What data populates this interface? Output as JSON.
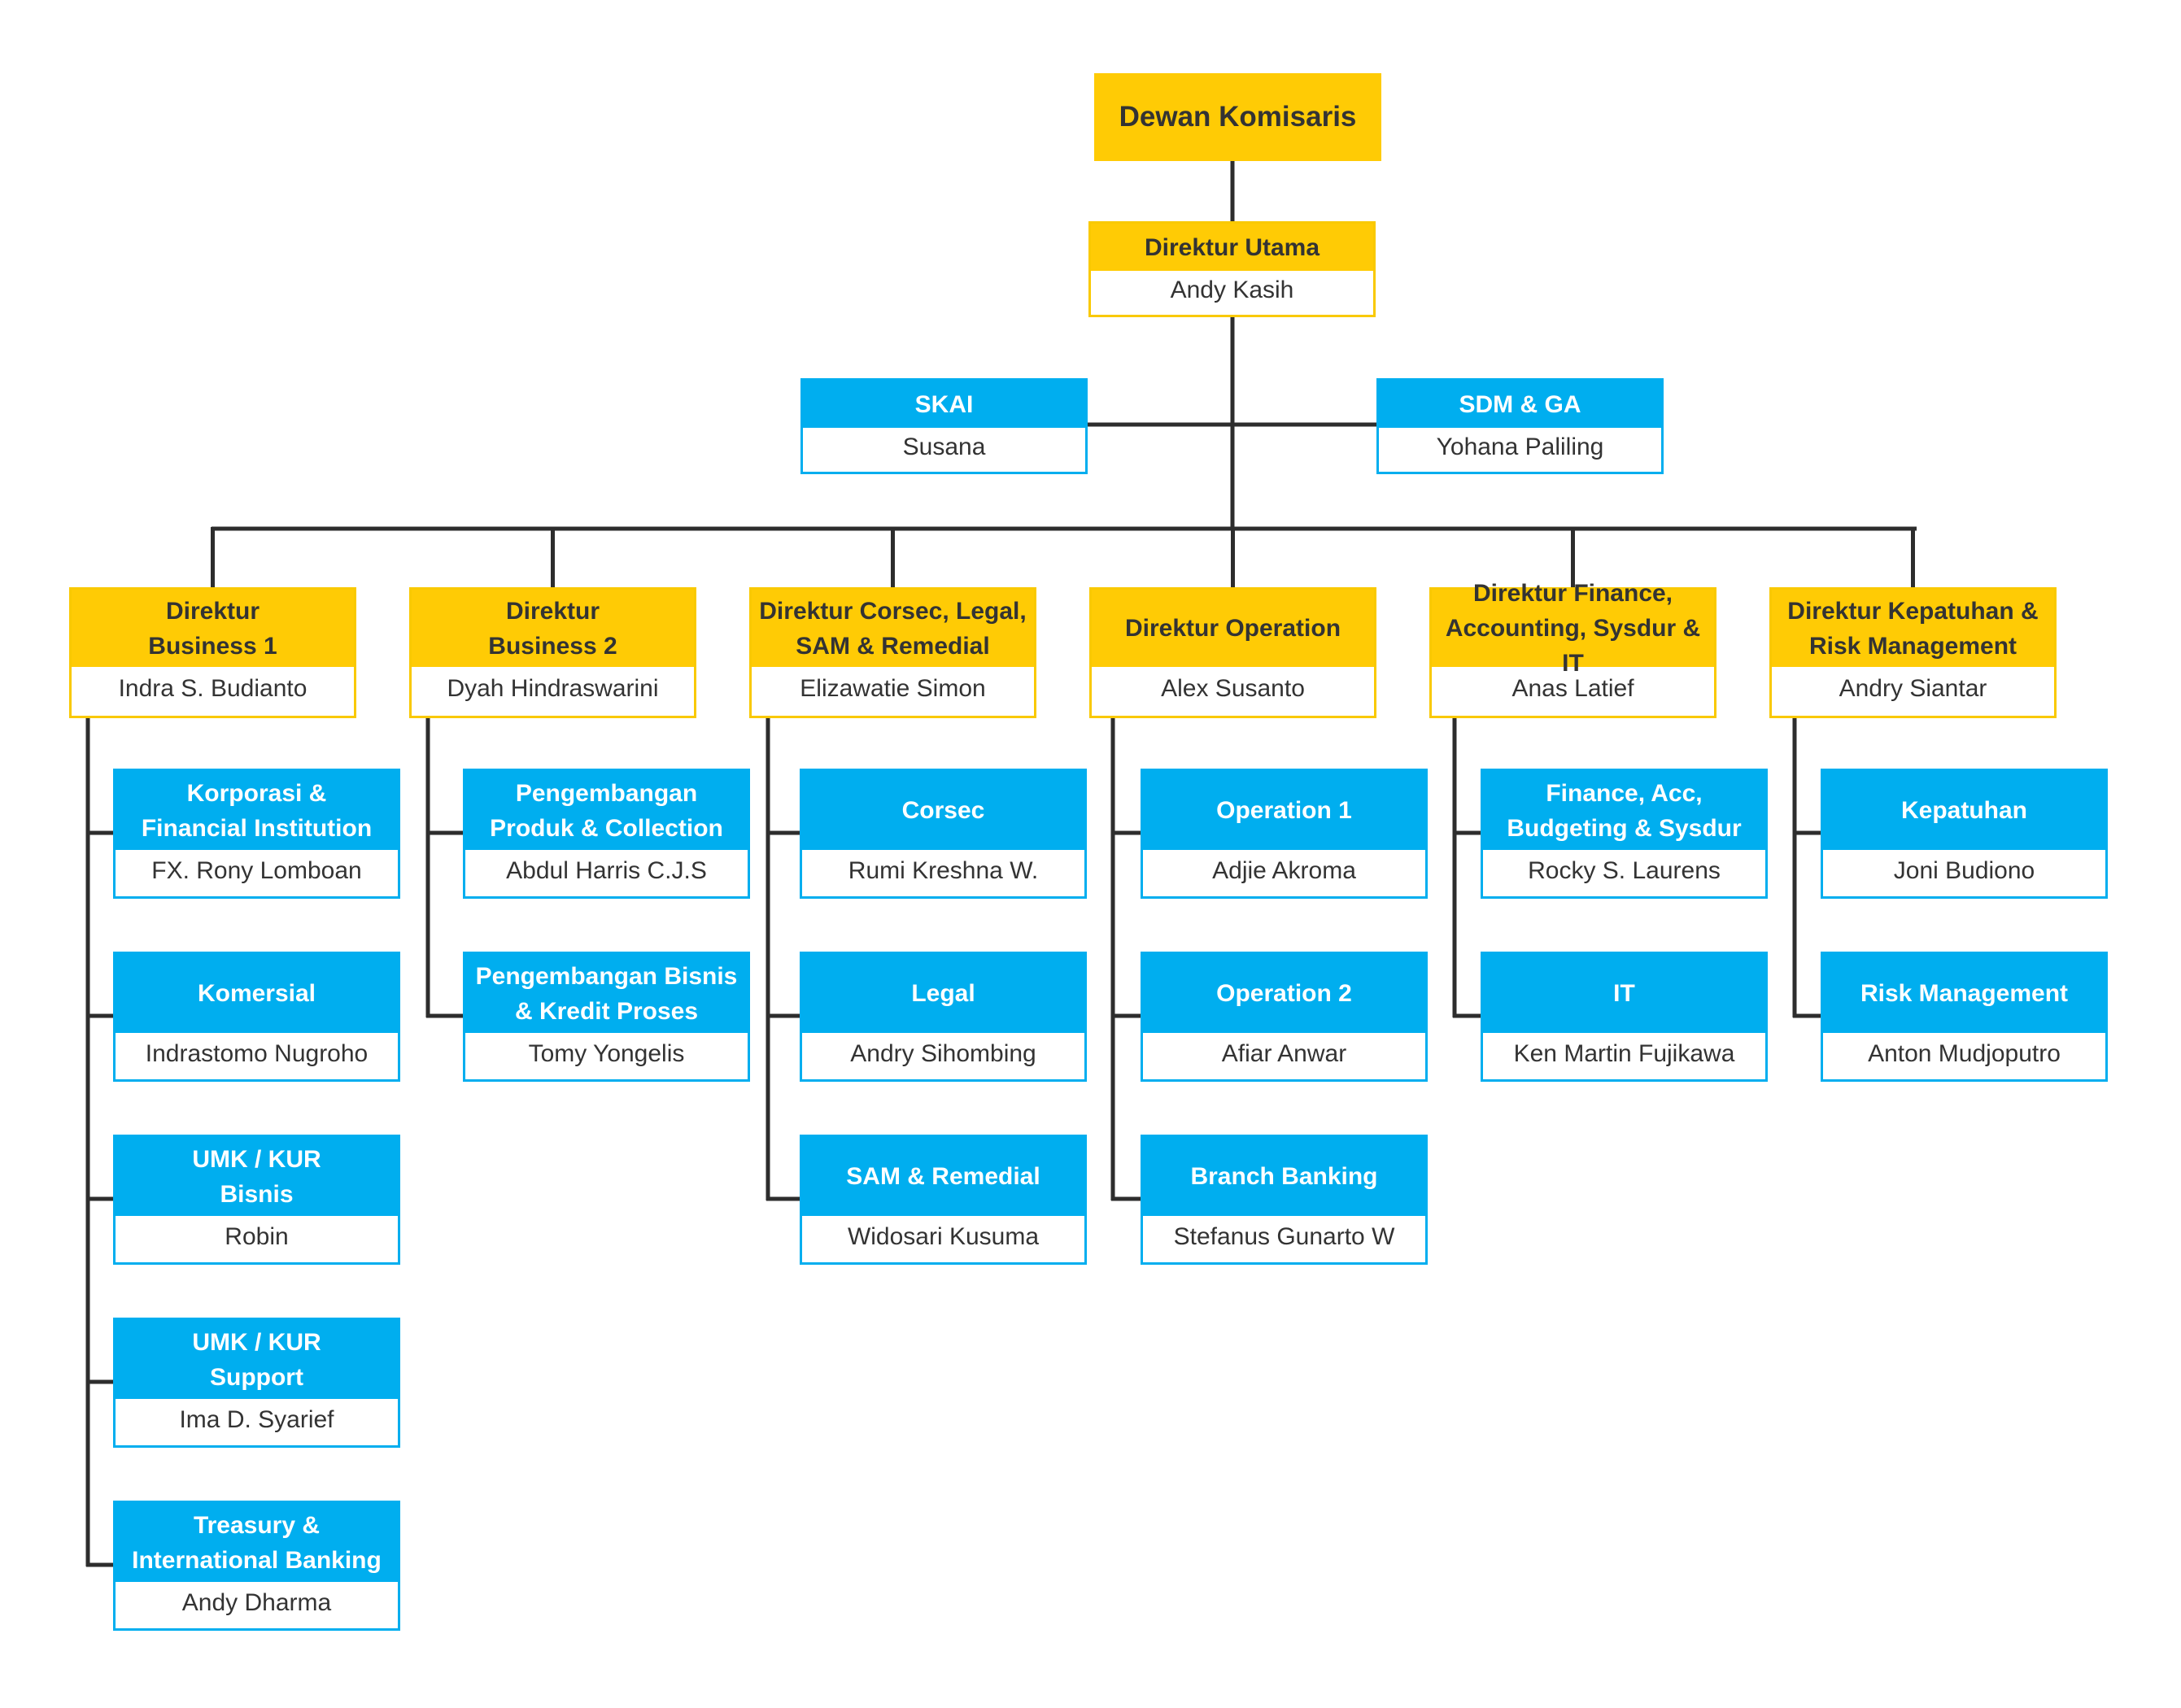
{
  "colors": {
    "director": "#FFCB05",
    "director_border": "#F9C900",
    "unit": "#00AEEF",
    "line": "#2d2d2d",
    "text": "#333333"
  },
  "board": "Dewan Komisaris",
  "president": {
    "title": "Direktur Utama",
    "name": "Andy Kasih"
  },
  "staff_left": {
    "title": "SKAI",
    "name": "Susana"
  },
  "staff_right": {
    "title": "SDM & GA",
    "name": "Yohana Paliling"
  },
  "directors": [
    {
      "title": "Direktur\nBusiness 1",
      "name": "Indra S. Budianto",
      "units": [
        {
          "title": "Korporasi &\nFinancial Institution",
          "name": "FX. Rony Lomboan"
        },
        {
          "title": "Komersial",
          "name": "Indrastomo Nugroho"
        },
        {
          "title": "UMK / KUR\nBisnis",
          "name": "Robin"
        },
        {
          "title": "UMK / KUR\nSupport",
          "name": "Ima D. Syarief"
        },
        {
          "title": "Treasury &\nInternational Banking",
          "name": "Andy Dharma"
        }
      ]
    },
    {
      "title": "Direktur\nBusiness 2",
      "name": "Dyah Hindraswarini",
      "units": [
        {
          "title": "Pengembangan\nProduk & Collection",
          "name": "Abdul Harris C.J.S"
        },
        {
          "title": "Pengembangan Bisnis\n& Kredit Proses",
          "name": "Tomy Yongelis"
        }
      ]
    },
    {
      "title": "Direktur Corsec, Legal,\nSAM & Remedial",
      "name": "Elizawatie Simon",
      "units": [
        {
          "title": "Corsec",
          "name": "Rumi Kreshna W."
        },
        {
          "title": "Legal",
          "name": "Andry Sihombing"
        },
        {
          "title": "SAM & Remedial",
          "name": "Widosari Kusuma"
        }
      ]
    },
    {
      "title": "Direktur Operation",
      "name": "Alex Susanto",
      "units": [
        {
          "title": "Operation 1",
          "name": "Adjie Akroma"
        },
        {
          "title": "Operation 2",
          "name": "Afiar Anwar"
        },
        {
          "title": "Branch Banking",
          "name": "Stefanus Gunarto W"
        }
      ]
    },
    {
      "title": "Direktur Finance,\nAccounting, Sysdur & IT",
      "name": "Anas Latief",
      "units": [
        {
          "title": "Finance, Acc,\nBudgeting & Sysdur",
          "name": "Rocky S. Laurens"
        },
        {
          "title": "IT",
          "name": "Ken Martin Fujikawa"
        }
      ]
    },
    {
      "title": "Direktur Kepatuhan &\nRisk Management",
      "name": "Andry Siantar",
      "units": [
        {
          "title": "Kepatuhan",
          "name": "Joni Budiono"
        },
        {
          "title": "Risk Management",
          "name": "Anton Mudjoputro"
        }
      ]
    }
  ]
}
